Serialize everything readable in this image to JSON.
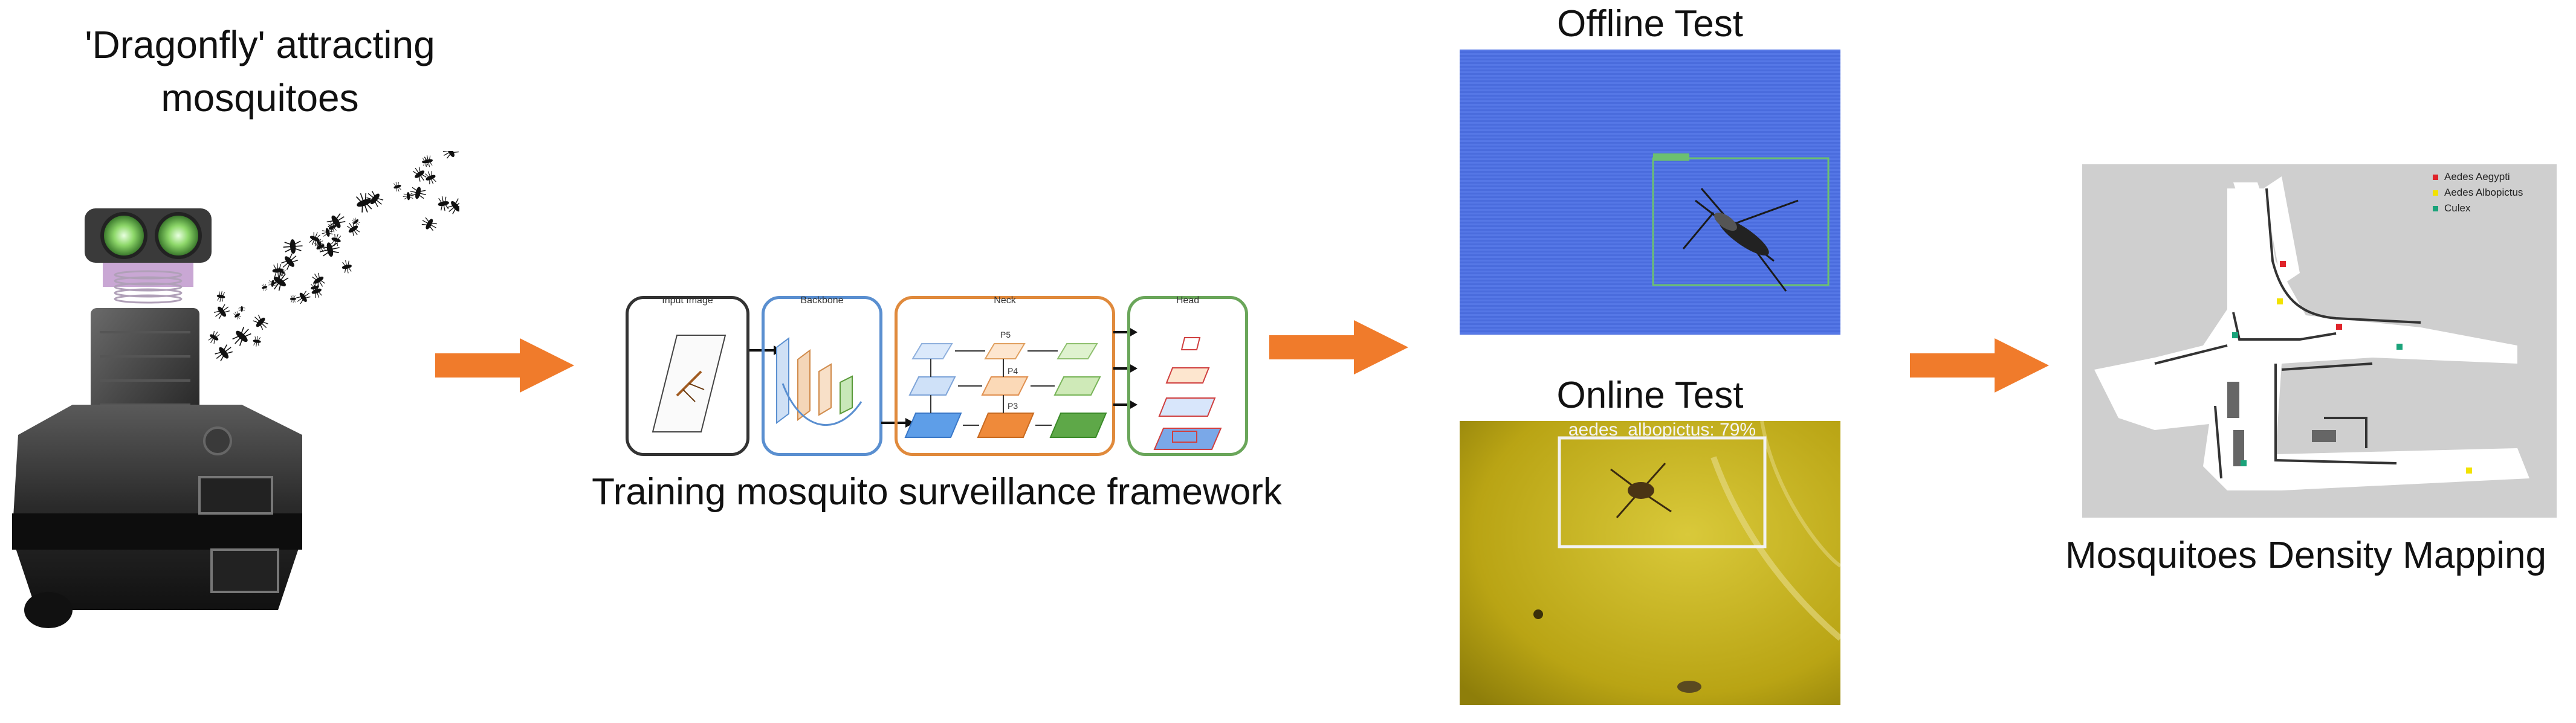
{
  "robot": {
    "caption_line1": "'Dragonfly' attracting",
    "caption_line2": "mosquitoes"
  },
  "training": {
    "caption": "Training mosquito surveillance framework",
    "stages": {
      "input": "Input Image",
      "backbone": "Backbone",
      "neck": "Neck",
      "head": "Head"
    },
    "neck_labels": {
      "p5": "P5",
      "p4": "P4",
      "p3": "P3"
    }
  },
  "offline_test": {
    "title": "Offline Test"
  },
  "online_test": {
    "title": "Online Test",
    "detection_label": "aedes_albopictus: 79%"
  },
  "density_map": {
    "caption": "Mosquitoes Density Mapping",
    "legend": [
      {
        "label": "Aedes Aegypti",
        "color": "#e0242b"
      },
      {
        "label": "Aedes Albopictus",
        "color": "#f2e200"
      },
      {
        "label": "Culex",
        "color": "#1aa37a"
      }
    ]
  },
  "colors": {
    "arrow": "#f07b2b",
    "offline_bg": "#4b6ee0",
    "online_bg": "#c8b21a",
    "map_bg": "#cfcfcf",
    "neck_border": "#e08a3c",
    "backbone_border": "#5a8fd0",
    "head_border": "#6aa65a",
    "input_border": "#333333"
  }
}
